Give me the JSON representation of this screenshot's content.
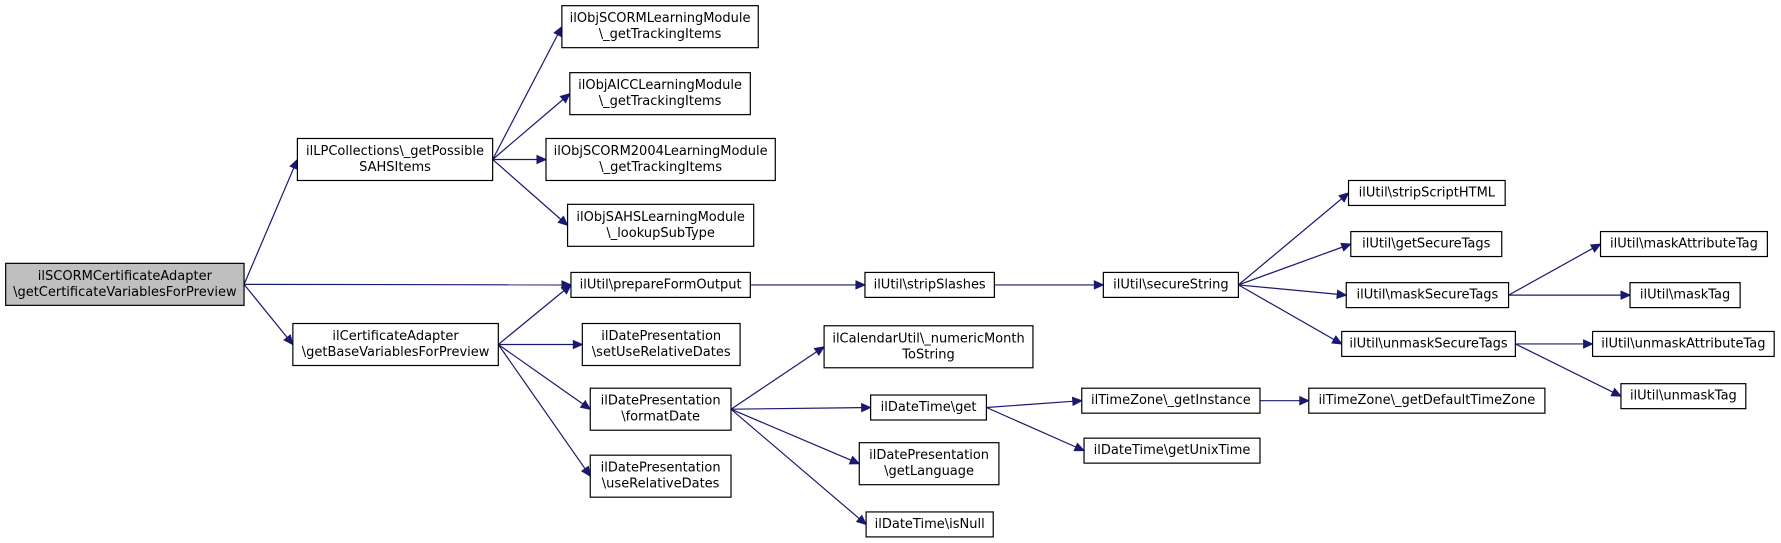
{
  "colors": {
    "edge": "#191970",
    "node_fill": "#ffffff",
    "root_fill": "#bfbfbf",
    "node_border": "#000000"
  },
  "nodes": [
    {
      "id": "root",
      "lines": [
        "ilSCORMCertificateAdapter",
        "\\getCertificateVariablesForPreview"
      ],
      "root": true
    },
    {
      "id": "lpcoll",
      "lines": [
        "ilLPCollections\\_getPossible",
        "SAHSItems"
      ]
    },
    {
      "id": "certadapter",
      "lines": [
        "ilCertificateAdapter",
        "\\getBaseVariablesForPreview"
      ]
    },
    {
      "id": "scormlm",
      "lines": [
        "ilObjSCORMLearningModule",
        "\\_getTrackingItems"
      ]
    },
    {
      "id": "aicclm",
      "lines": [
        "ilObjAICCLearningModule",
        "\\_getTrackingItems"
      ]
    },
    {
      "id": "scorm2004lm",
      "lines": [
        "ilObjSCORM2004LearningModule",
        "\\_getTrackingItems"
      ]
    },
    {
      "id": "sahslm",
      "lines": [
        "ilObjSAHSLearningModule",
        "\\_lookupSubType"
      ]
    },
    {
      "id": "prepare",
      "lines": [
        "ilUtil\\prepareFormOutput"
      ]
    },
    {
      "id": "setuserel",
      "lines": [
        "ilDatePresentation",
        "\\setUseRelativeDates"
      ]
    },
    {
      "id": "formatdate",
      "lines": [
        "ilDatePresentation",
        "\\formatDate"
      ]
    },
    {
      "id": "userel",
      "lines": [
        "ilDatePresentation",
        "\\useRelativeDates"
      ]
    },
    {
      "id": "stripslashes",
      "lines": [
        "ilUtil\\stripSlashes"
      ]
    },
    {
      "id": "calmonth",
      "lines": [
        "ilCalendarUtil\\_numericMonth",
        "ToString"
      ]
    },
    {
      "id": "dtget",
      "lines": [
        "ilDateTime\\get"
      ]
    },
    {
      "id": "getlang",
      "lines": [
        "ilDatePresentation",
        "\\getLanguage"
      ]
    },
    {
      "id": "isnull",
      "lines": [
        "ilDateTime\\isNull"
      ]
    },
    {
      "id": "securestring",
      "lines": [
        "ilUtil\\secureString"
      ]
    },
    {
      "id": "tzinstance",
      "lines": [
        "ilTimeZone\\_getInstance"
      ]
    },
    {
      "id": "unixtime",
      "lines": [
        "ilDateTime\\getUnixTime"
      ]
    },
    {
      "id": "stripscript",
      "lines": [
        "ilUtil\\stripScriptHTML"
      ]
    },
    {
      "id": "getsecuretags",
      "lines": [
        "ilUtil\\getSecureTags"
      ]
    },
    {
      "id": "masksecure",
      "lines": [
        "ilUtil\\maskSecureTags"
      ]
    },
    {
      "id": "unmasksecure",
      "lines": [
        "ilUtil\\unmaskSecureTags"
      ]
    },
    {
      "id": "tzdefault",
      "lines": [
        "ilTimeZone\\_getDefaultTimeZone"
      ]
    },
    {
      "id": "maskattr",
      "lines": [
        "ilUtil\\maskAttributeTag"
      ]
    },
    {
      "id": "masktag",
      "lines": [
        "ilUtil\\maskTag"
      ]
    },
    {
      "id": "unmaskattr",
      "lines": [
        "ilUtil\\unmaskAttributeTag"
      ]
    },
    {
      "id": "unmasktag",
      "lines": [
        "ilUtil\\unmaskTag"
      ]
    }
  ],
  "edges": [
    [
      "root",
      "lpcoll"
    ],
    [
      "root",
      "prepare"
    ],
    [
      "root",
      "certadapter"
    ],
    [
      "lpcoll",
      "scormlm"
    ],
    [
      "lpcoll",
      "aicclm"
    ],
    [
      "lpcoll",
      "scorm2004lm"
    ],
    [
      "lpcoll",
      "sahslm"
    ],
    [
      "certadapter",
      "prepare"
    ],
    [
      "certadapter",
      "setuserel"
    ],
    [
      "certadapter",
      "formatdate"
    ],
    [
      "certadapter",
      "userel"
    ],
    [
      "prepare",
      "stripslashes"
    ],
    [
      "stripslashes",
      "securestring"
    ],
    [
      "securestring",
      "stripscript"
    ],
    [
      "securestring",
      "getsecuretags"
    ],
    [
      "securestring",
      "masksecure"
    ],
    [
      "securestring",
      "unmasksecure"
    ],
    [
      "masksecure",
      "maskattr"
    ],
    [
      "masksecure",
      "masktag"
    ],
    [
      "unmasksecure",
      "unmaskattr"
    ],
    [
      "unmasksecure",
      "unmasktag"
    ],
    [
      "formatdate",
      "calmonth"
    ],
    [
      "formatdate",
      "dtget"
    ],
    [
      "formatdate",
      "getlang"
    ],
    [
      "formatdate",
      "isnull"
    ],
    [
      "dtget",
      "tzinstance"
    ],
    [
      "dtget",
      "unixtime"
    ],
    [
      "tzinstance",
      "tzdefault"
    ]
  ]
}
